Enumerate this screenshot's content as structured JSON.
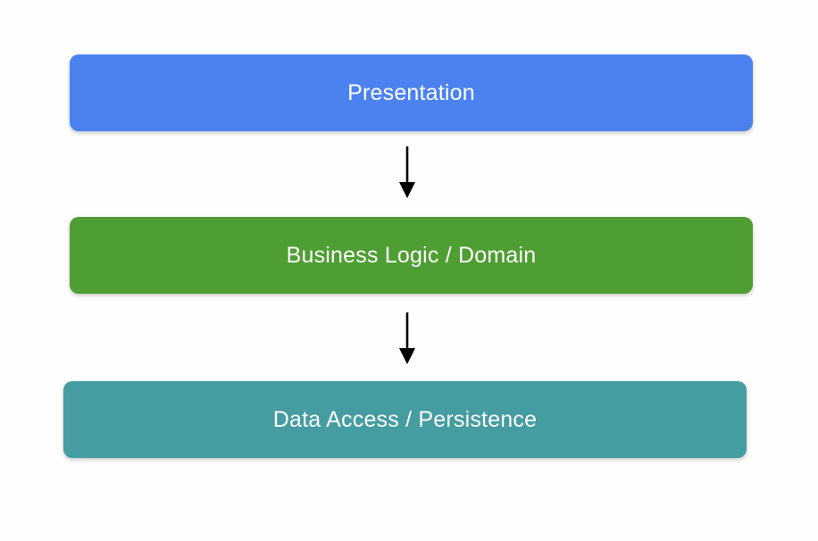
{
  "diagram": {
    "type": "layered-architecture-flow",
    "background_color": "#FEFEFE",
    "text_color": "#FFFFFF",
    "arrow_color": "#000000",
    "layers": [
      {
        "label": "Presentation",
        "color": "#4C82F0"
      },
      {
        "label": "Business Logic / Domain",
        "color": "#4F9E33"
      },
      {
        "label": "Data Access / Persistence",
        "color": "#459DA1"
      }
    ],
    "connections": [
      {
        "from": 0,
        "to": 1,
        "direction": "down"
      },
      {
        "from": 1,
        "to": 2,
        "direction": "down"
      }
    ]
  }
}
